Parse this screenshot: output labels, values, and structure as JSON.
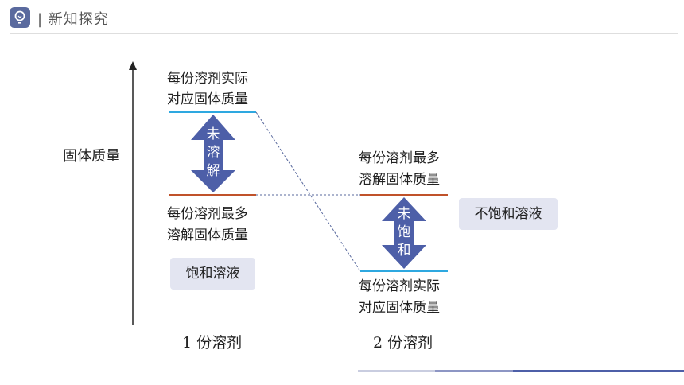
{
  "header": {
    "title": "新知探究"
  },
  "diagram": {
    "y_axis_label": "固体质量",
    "left": {
      "top_label": [
        "每份溶剂实际",
        "对应固体质量"
      ],
      "bottom_label": [
        "每份溶剂最多",
        "溶解固体质量"
      ],
      "arrow_text": [
        "未",
        "溶",
        "解"
      ],
      "tag": "饱和溶液",
      "x_label": "1 份溶剂"
    },
    "right": {
      "top_label": [
        "每份溶剂最多",
        "溶解固体质量"
      ],
      "bottom_label": [
        "每份溶剂实际",
        "对应固体质量"
      ],
      "arrow_text": [
        "未",
        "饱",
        "和"
      ],
      "tag": "不饱和溶液",
      "x_label": "2 份溶剂"
    },
    "colors": {
      "actual_line": "#2ea8e0",
      "max_line": "#c0522a",
      "arrow": "#4d5fa8",
      "tag_bg": "#e3e5f1",
      "logo": "#5a6a9e"
    }
  }
}
